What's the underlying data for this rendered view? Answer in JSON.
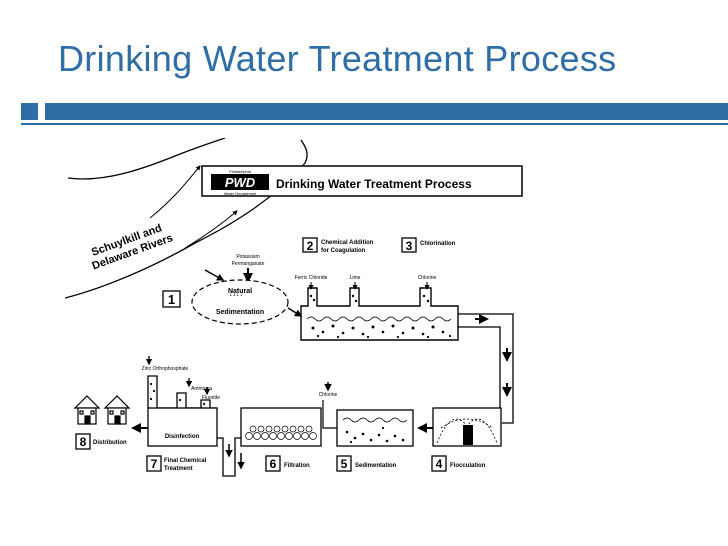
{
  "slide": {
    "title": "Drinking Water Treatment Process",
    "accent_color": "#2f6da6"
  },
  "diagram": {
    "logo": {
      "small_top": "Philadelphia",
      "letters": "PWD",
      "small_bottom": "Water Department"
    },
    "header": "Drinking Water Treatment Process",
    "rivers_line1": "Schuylkill and",
    "rivers_line2": "Delaware Rivers",
    "steps": [
      {
        "num": "1",
        "label": "Natural Sedimentation",
        "label_line1": "Natural",
        "label_line2": "Sedimentation"
      },
      {
        "num": "2",
        "label_line1": "Chemical Addition",
        "label_line2": "for Coagulation"
      },
      {
        "num": "3",
        "label_line1": "Chlorination"
      },
      {
        "num": "4",
        "label_line1": "Flocculation"
      },
      {
        "num": "5",
        "label_line1": "Sedimentation"
      },
      {
        "num": "6",
        "label_line1": "Filtration"
      },
      {
        "num": "7",
        "label_line1": "Final Chemical",
        "label_line2": "Treatment"
      },
      {
        "num": "8",
        "label_line1": "Distribution"
      }
    ],
    "chemicals": {
      "potassium_line1": "Potassium",
      "potassium_line2": "Permanganate",
      "ferric": "Ferric Chloride",
      "lime": "Lime",
      "chlorine_top": "Chlorine",
      "zinc": "Zinc Orthophosphate",
      "ammonia": "Ammonia",
      "fluoride": "Fluoride",
      "chlorine_mid": "Chlorine",
      "disinfection": "Disinfection"
    }
  }
}
